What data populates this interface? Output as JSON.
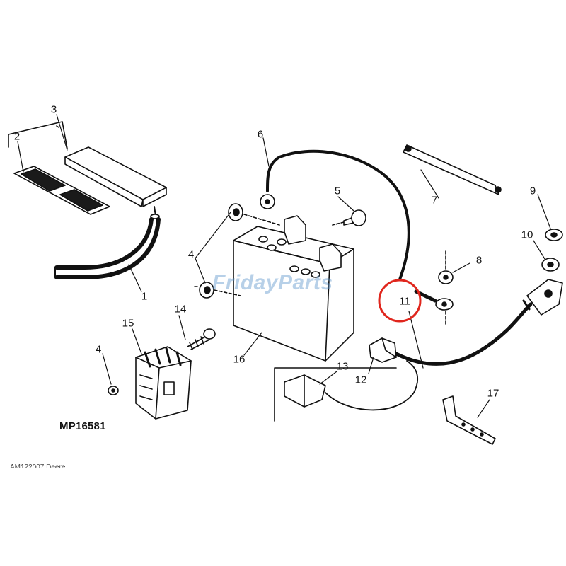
{
  "callouts": {
    "c1": "1",
    "c2": "2",
    "c3": "3",
    "c4a": "4",
    "c4b": "4",
    "c5": "5",
    "c6": "6",
    "c7": "7",
    "c8": "8",
    "c9": "9",
    "c10": "10",
    "c11": "11",
    "c12": "12",
    "c13": "13",
    "c14": "14",
    "c15": "15",
    "c16": "16",
    "c17": "17"
  },
  "figure_code": "MP16581",
  "source_caption": "AM122007 Deere",
  "watermark": "FridayParts",
  "colors": {
    "ink": "#111111",
    "highlight": "#e0261d",
    "watermark": "#6096cd"
  }
}
